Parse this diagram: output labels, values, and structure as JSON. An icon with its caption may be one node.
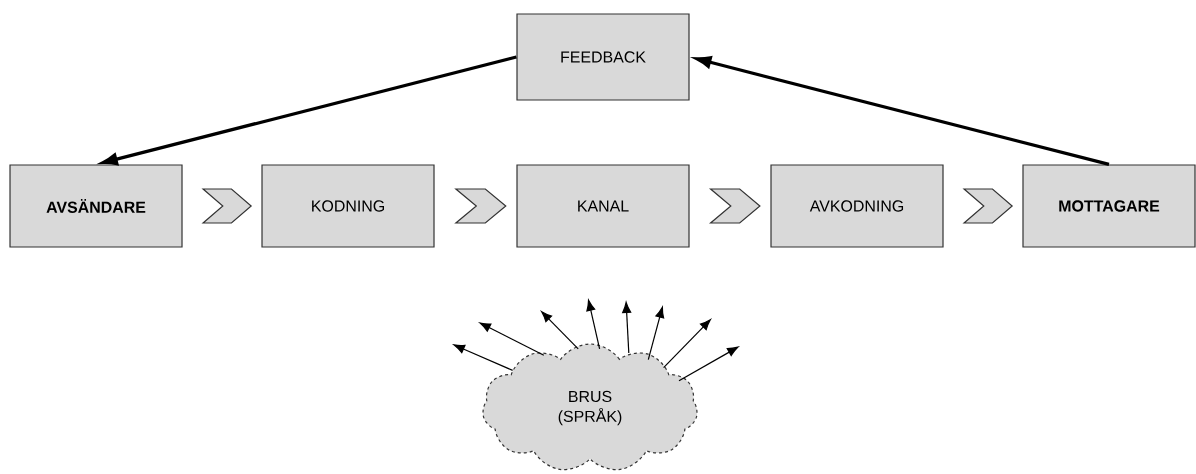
{
  "diagram": {
    "nodes": [
      {
        "text": [
          "FEEDBACK"
        ]
      },
      {
        "text": [
          "AVSÄNDARE"
        ]
      },
      {
        "text": [
          "KODNING"
        ]
      },
      {
        "text": [
          "KANAL"
        ]
      },
      {
        "text": [
          "AVKODNING"
        ]
      },
      {
        "text": [
          "MOTTAGARE"
        ]
      },
      {
        "text": [
          "BRUS (SPRÅK)"
        ]
      }
    ],
    "edges": [
      {
        "from": 0,
        "to": 1,
        "arrow": "to",
        "style": "thick"
      },
      {
        "from": 5,
        "to": 0,
        "arrow": "to",
        "style": "thick"
      },
      {
        "from": 1,
        "to": 2,
        "arrow": "to"
      },
      {
        "from": 2,
        "to": 3,
        "arrow": "to"
      },
      {
        "from": 3,
        "to": 4,
        "arrow": "to"
      },
      {
        "from": 4,
        "to": 5,
        "arrow": "to"
      },
      {
        "from": 6,
        "to": null,
        "arrow": "to"
      },
      {
        "from": 6,
        "to": null,
        "arrow": "to"
      },
      {
        "from": 6,
        "to": null,
        "arrow": "to"
      },
      {
        "from": 6,
        "to": null,
        "arrow": "to"
      },
      {
        "from": 6,
        "to": null,
        "arrow": "to"
      },
      {
        "from": 6,
        "to": null,
        "arrow": "to"
      },
      {
        "from": 6,
        "to": null,
        "arrow": "to"
      },
      {
        "from": 6,
        "to": null,
        "arrow": "to"
      }
    ]
  }
}
